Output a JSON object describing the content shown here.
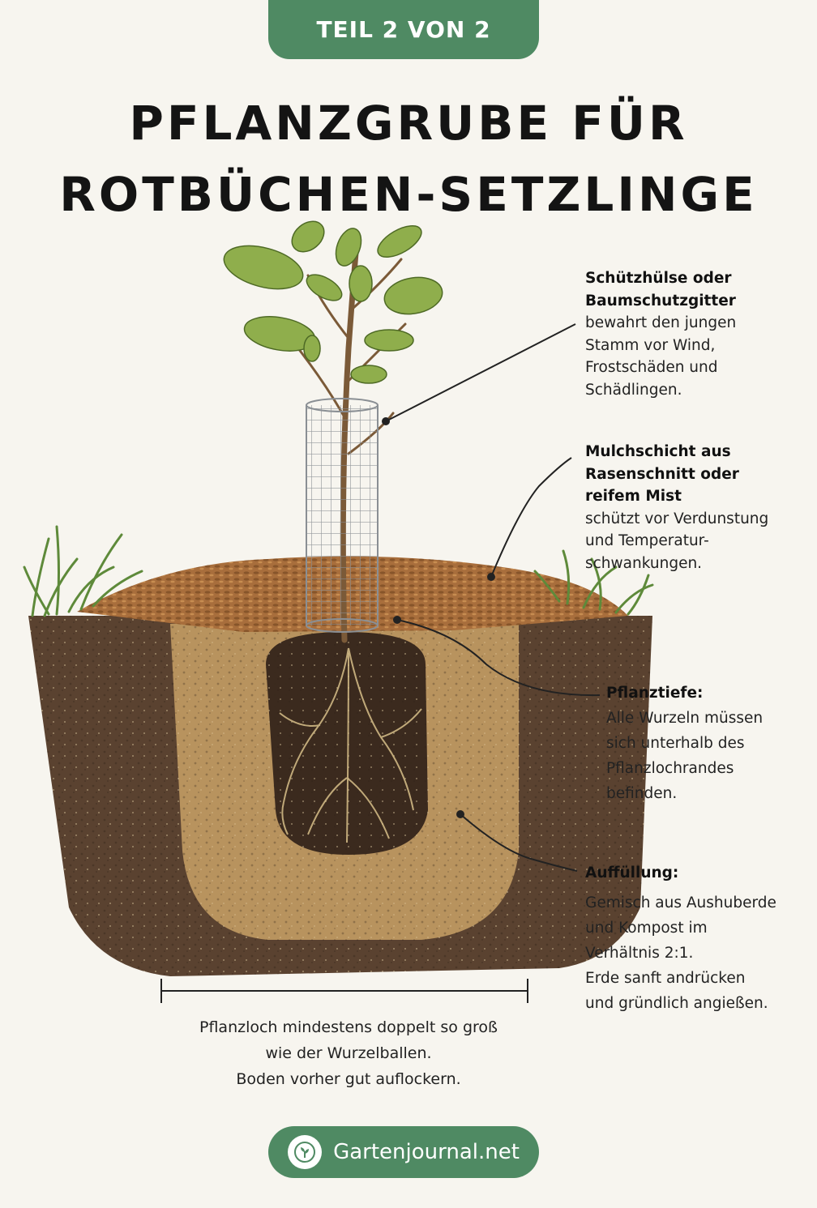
{
  "badge": {
    "text": "TEIL 2 VON 2"
  },
  "title": {
    "line1": "PFLANZGRUBE FÜR",
    "line2": "ROTBÜCHEN-SETZLINGE"
  },
  "labels": {
    "protection": {
      "head": [
        "Schützhülse oder",
        "Baumschutzgitter"
      ],
      "body": [
        "bewahrt den jungen",
        "Stamm vor Wind,",
        "Frostschäden und",
        "Schädlingen."
      ]
    },
    "mulch": {
      "head": [
        "Mulchschicht aus",
        "Rasenschnitt oder",
        "reifem Mist"
      ],
      "body": [
        "schützt vor Verdunstung",
        "und Temperatur-",
        "schwankungen."
      ]
    },
    "depth": {
      "head": [
        "Pflanztiefe:"
      ],
      "body": [
        "Alle Wurzeln müssen",
        "sich unterhalb des",
        "Pflanzlochrandes",
        "befinden."
      ]
    },
    "backfill": {
      "head": [
        "Auffüllung:"
      ],
      "body": [
        "Gemisch aus Aushuberde",
        "und Kompost im",
        "Verhältnis 2:1.",
        "Erde sanft andrücken",
        "und gründlich angießen."
      ]
    }
  },
  "note": {
    "lines": [
      "Pflanzloch mindestens doppelt so groß",
      "wie der Wurzelballen.",
      "Boden vorher gut auflockern."
    ]
  },
  "brand": {
    "name": "Gartenjournal.net",
    "icon": "sprout-icon"
  },
  "colors": {
    "accent": "#4f8a63",
    "soil_dark": "#5a4230",
    "soil_light": "#b8935e",
    "mulch": "#a86e3c",
    "leaf": "#8fae4c"
  }
}
